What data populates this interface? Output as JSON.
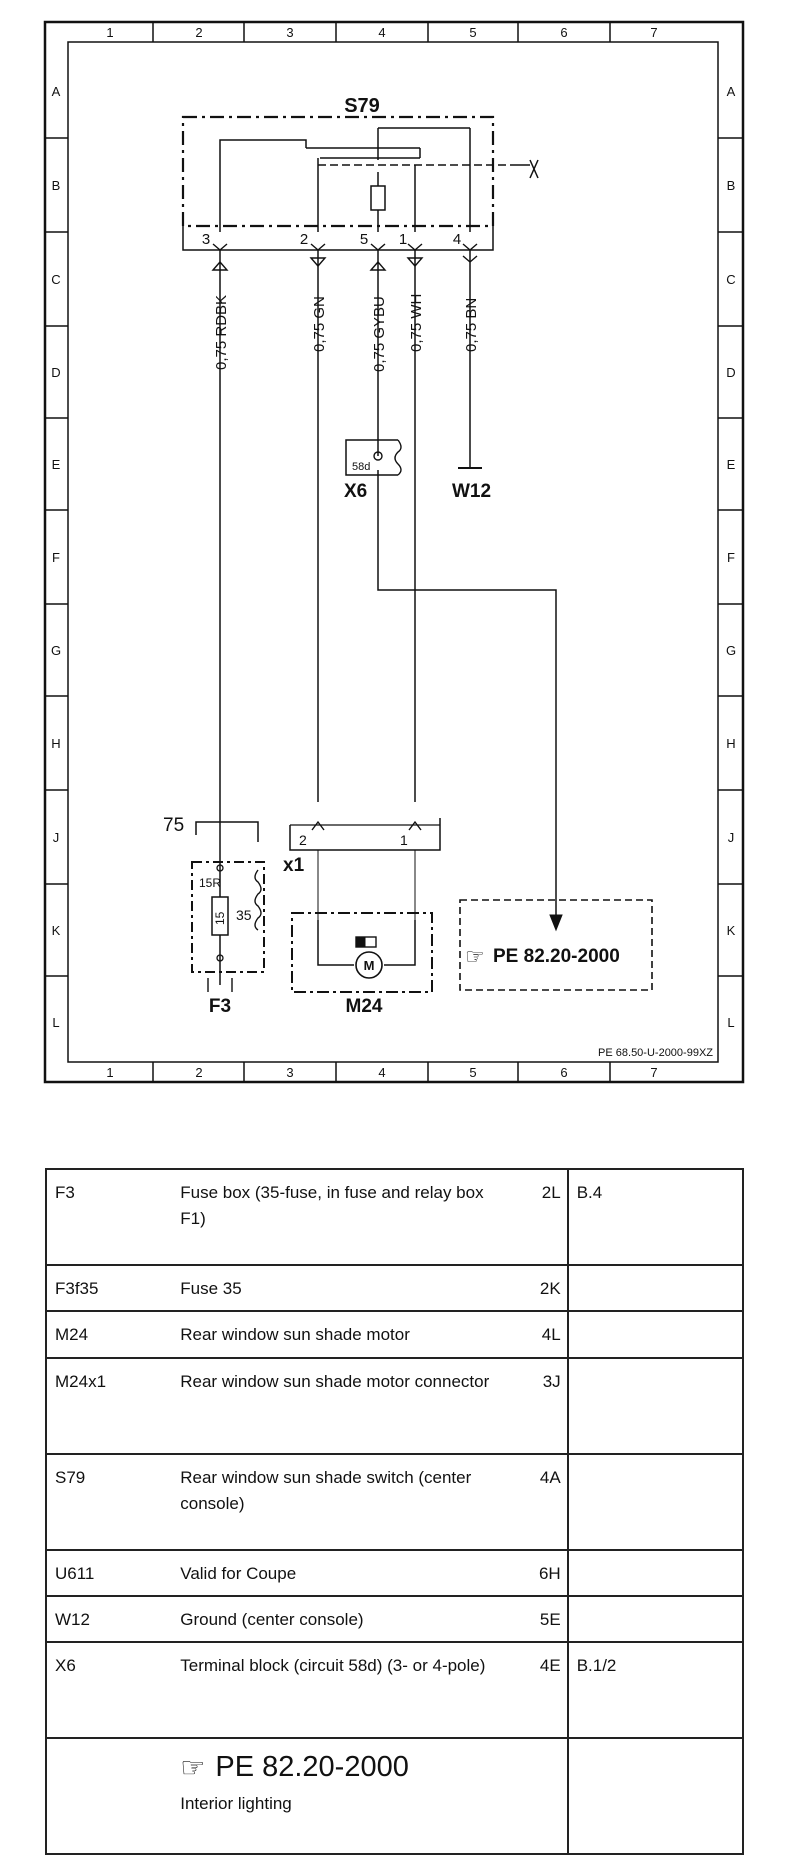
{
  "diagram": {
    "col_labels": [
      "1",
      "2",
      "3",
      "4",
      "5",
      "6",
      "7"
    ],
    "row_labels": [
      "A",
      "B",
      "C",
      "D",
      "E",
      "F",
      "G",
      "H",
      "J",
      "K",
      "L"
    ],
    "switch_title": "S79",
    "switch_pins": [
      "3",
      "2",
      "5",
      "1",
      "4"
    ],
    "wires": [
      "0,75 RDBK",
      "0,75 GN",
      "0,75 GYBU",
      "0,75 WH",
      "0,75 BN"
    ],
    "terminal_block": "X6",
    "terminal_block_label": "58d",
    "ground": "W12",
    "connector": "x1",
    "connector_pins": [
      "2",
      "1"
    ],
    "fuse_box": "F3",
    "fuse_circuit": "75",
    "fuse_label_top": "15R",
    "fuse_label_inner": "15",
    "fuse_number": "35",
    "motor": "M24",
    "motor_symbol": "M",
    "ref_box": "PE 82.20-2000",
    "doc_id": "PE 68.50-U-2000-99XZ"
  },
  "legend": {
    "rows": [
      {
        "code": "F3",
        "desc": "Fuse box (35-fuse, in fuse and relay box F1)",
        "loc": "2L",
        "ref": "B.4"
      },
      {
        "code": "F3f35",
        "desc": "Fuse 35",
        "loc": "2K",
        "ref": ""
      },
      {
        "code": "M24",
        "desc": "Rear window sun shade motor",
        "loc": "4L",
        "ref": ""
      },
      {
        "code": "M24x1",
        "desc": "Rear window sun shade motor connector",
        "loc": "3J",
        "ref": ""
      },
      {
        "code": "S79",
        "desc": "Rear window sun shade switch (center console)",
        "loc": "4A",
        "ref": ""
      },
      {
        "code": "U611",
        "desc": "Valid for Coupe",
        "loc": "6H",
        "ref": ""
      },
      {
        "code": "W12",
        "desc": "Ground (center console)",
        "loc": "5E",
        "ref": ""
      },
      {
        "code": "X6",
        "desc": "Terminal block (circuit 58d) (3- or 4-pole)",
        "loc": "4E",
        "ref": "B.1/2"
      }
    ],
    "ref_row": {
      "ref": "PE 82.20-2000",
      "sub": "Interior lighting"
    }
  }
}
